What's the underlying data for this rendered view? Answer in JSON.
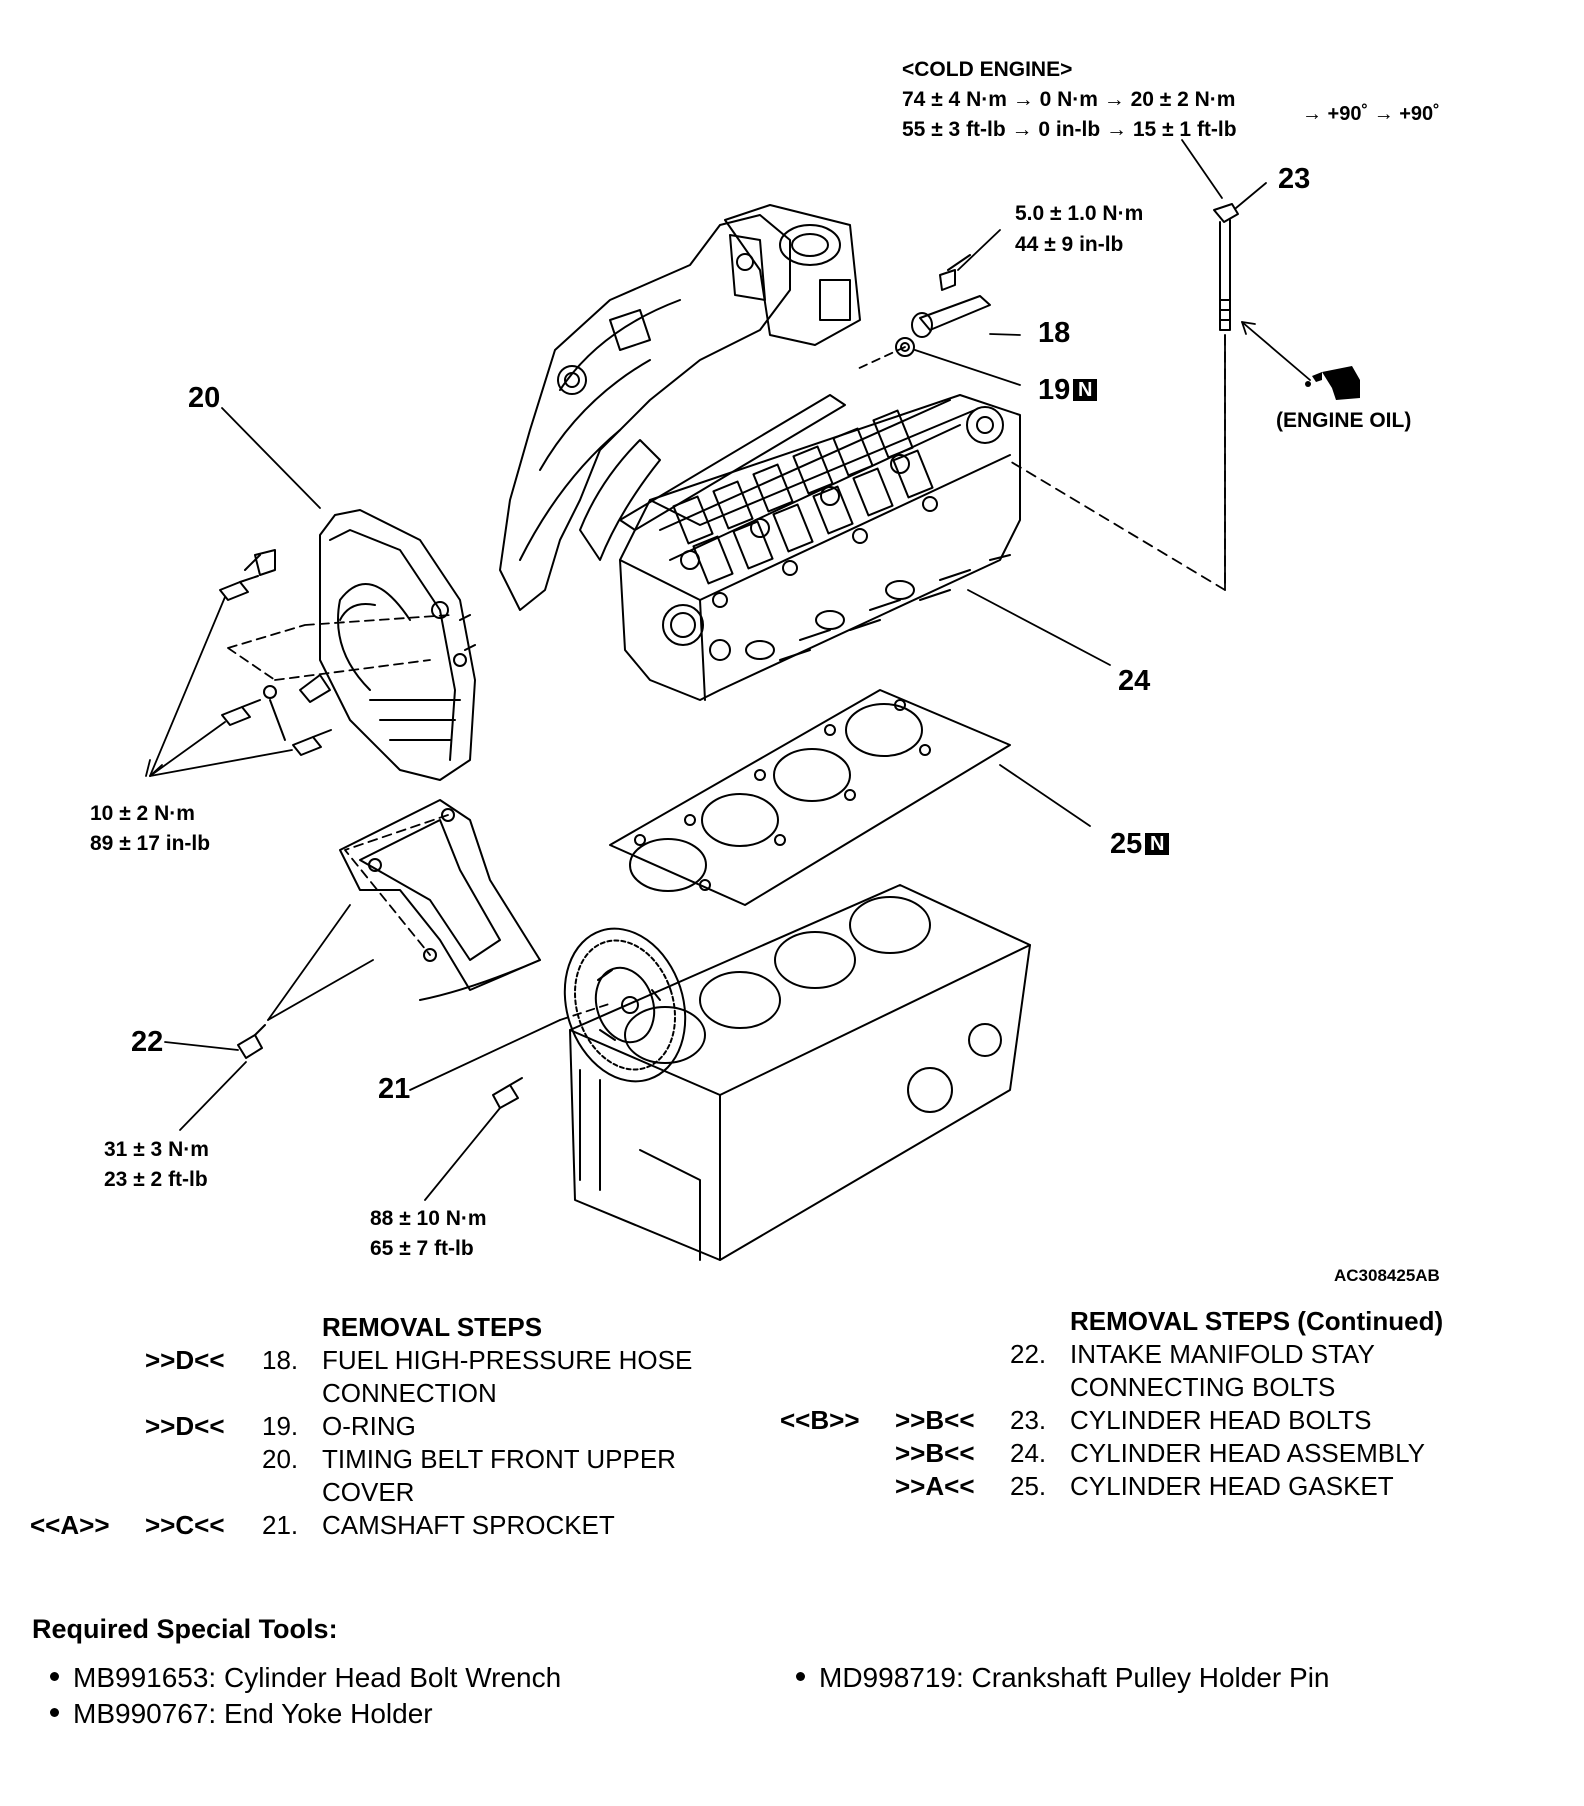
{
  "labels": {
    "cold_engine": "<COLD ENGINE>",
    "torque_23_nm": "74 ± 4 N·m → 0 N·m → 20 ± 2 N·m",
    "torque_23_ft": "55 ± 3 ft-lb → 0 in-lb → 15 ± 1 ft-lb",
    "torque_23_angle": "→ +90˚ → +90˚",
    "part_23": "23",
    "torque_18_nm": "5.0 ± 1.0 N·m",
    "torque_18_in": "44 ± 9 in-lb",
    "part_18": "18",
    "part_19": "19",
    "engine_oil": "(ENGINE OIL)",
    "part_20": "20",
    "part_24": "24",
    "part_25": "25",
    "new_part_mark": "N",
    "torque_20_nm": "10 ± 2 N·m",
    "torque_20_in": "89 ± 17 in-lb",
    "part_22": "22",
    "part_21": "21",
    "torque_22_nm": "31 ± 3 N·m",
    "torque_22_ft": "23 ± 2 ft-lb",
    "torque_21_nm": "88 ± 10 N·m",
    "torque_21_ft": "65 ± 7 ft-lb",
    "figure_id": "AC308425AB"
  },
  "removal_steps": {
    "title": "REMOVAL STEPS",
    "rows": [
      {
        "ref_a": "",
        "ref_b": ">>D<<",
        "num": "18.",
        "text": "FUEL HIGH-PRESSURE HOSE"
      },
      {
        "ref_a": "",
        "ref_b": "",
        "num": "",
        "text": "CONNECTION"
      },
      {
        "ref_a": "",
        "ref_b": ">>D<<",
        "num": "19.",
        "text": "O-RING"
      },
      {
        "ref_a": "",
        "ref_b": "",
        "num": "20.",
        "text": "TIMING BELT FRONT UPPER"
      },
      {
        "ref_a": "",
        "ref_b": "",
        "num": "",
        "text": "COVER"
      },
      {
        "ref_a": "<<A>>",
        "ref_b": ">>C<<",
        "num": "21.",
        "text": "CAMSHAFT SPROCKET"
      }
    ]
  },
  "removal_steps_continued": {
    "title": "REMOVAL STEPS (Continued)",
    "rows": [
      {
        "ref_a": "",
        "ref_b": "",
        "num": "22.",
        "text": "INTAKE MANIFOLD STAY"
      },
      {
        "ref_a": "",
        "ref_b": "",
        "num": "",
        "text": "CONNECTING BOLTS"
      },
      {
        "ref_a": "<<B>>",
        "ref_b": ">>B<<",
        "num": "23.",
        "text": "CYLINDER HEAD BOLTS"
      },
      {
        "ref_a": "",
        "ref_b": ">>B<<",
        "num": "24.",
        "text": "CYLINDER HEAD ASSEMBLY"
      },
      {
        "ref_a": "",
        "ref_b": ">>A<<",
        "num": "25.",
        "text": "CYLINDER HEAD GASKET"
      }
    ]
  },
  "tools": {
    "title": "Required Special Tools:",
    "items": [
      "MB991653: Cylinder Head Bolt Wrench",
      "MB990767: End Yoke Holder",
      "MD998719: Crankshaft Pulley Holder Pin"
    ]
  }
}
